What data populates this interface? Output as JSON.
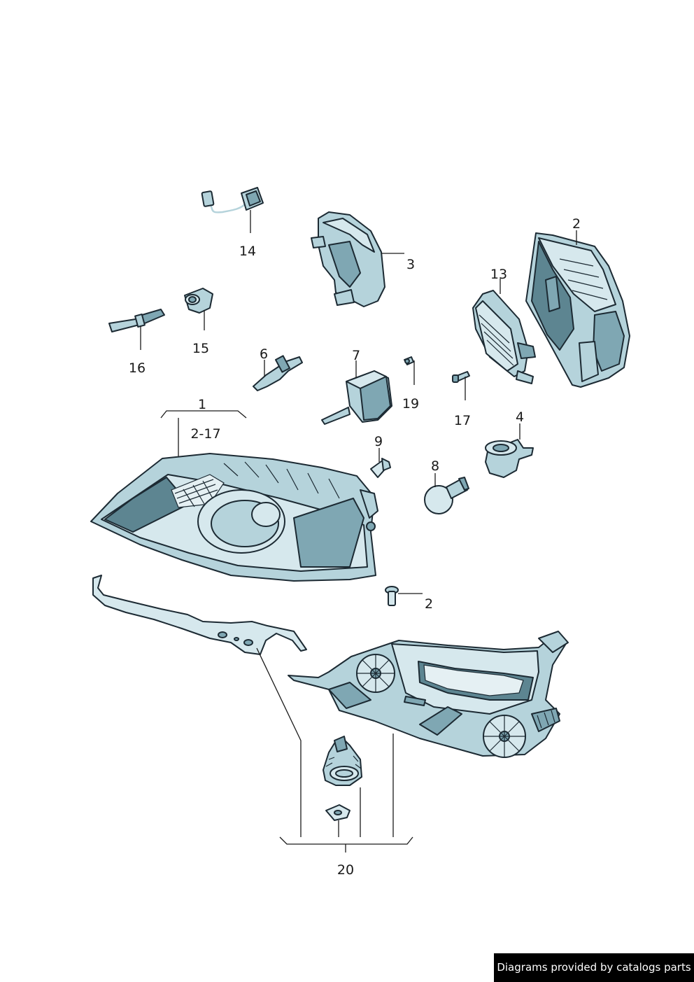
{
  "labels": {
    "p1": "1",
    "p1_range": "2-17",
    "p2_top": "2",
    "p2_bottom": "2",
    "p3": "3",
    "p4": "4",
    "p6": "6",
    "p7": "7",
    "p8": "8",
    "p9": "9",
    "p13": "13",
    "p14": "14",
    "p15": "15",
    "p16": "16",
    "p17": "17",
    "p19": "19",
    "p20": "20"
  },
  "credit": "Diagrams provided by catalogs parts",
  "colors": {
    "part_fill": "#b5d3db",
    "part_outline": "#1c2a33",
    "credit_bg": "#000000",
    "credit_text": "#ffffff"
  }
}
